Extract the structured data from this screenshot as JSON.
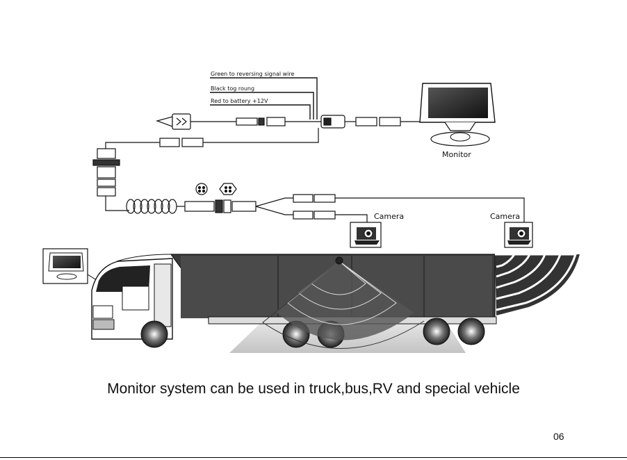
{
  "labels": {
    "green_wire": "Green to reversing signal wire",
    "black_wire": "Black tog roung",
    "red_wire": "Red to battery +12V",
    "monitor": "Monitor",
    "camera_left": "Camera",
    "camera_right": "Camera"
  },
  "caption": "Monitor system can be used in truck,bus,RV and special vehicle",
  "page_number": "06"
}
